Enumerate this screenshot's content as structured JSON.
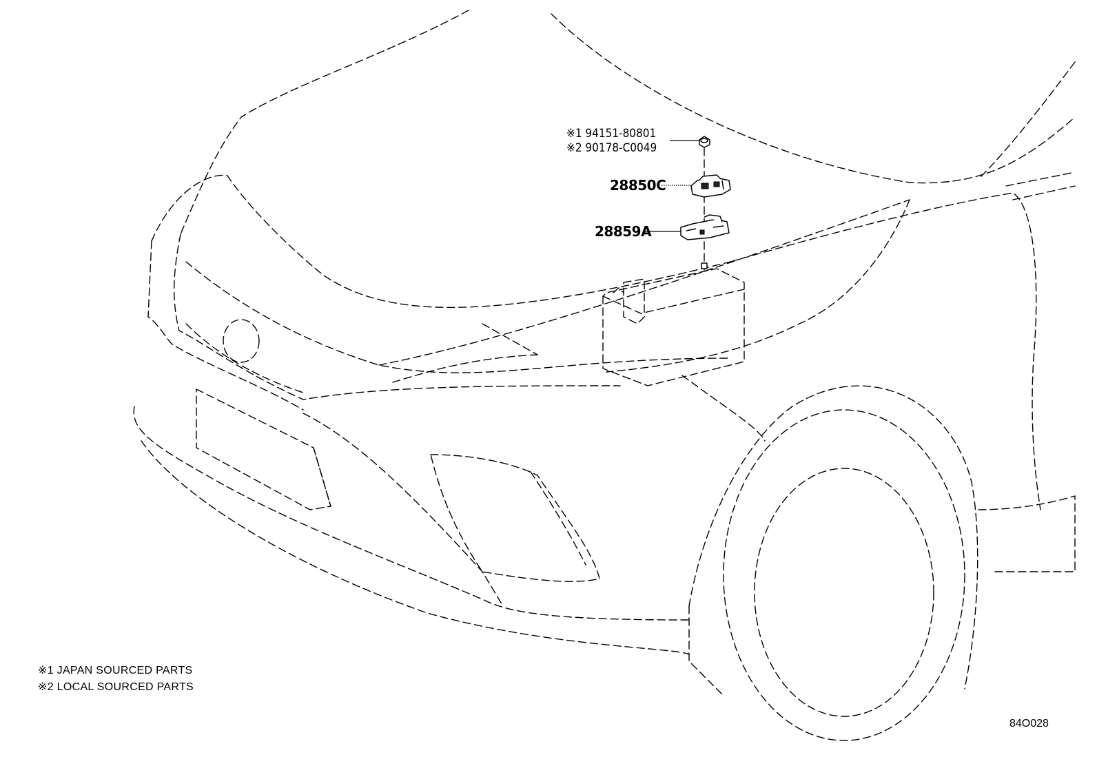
{
  "parts": [
    {
      "mark": "※1",
      "number": "94151-80801"
    },
    {
      "mark": "※2",
      "number": "90178-C0049"
    }
  ],
  "callouts": {
    "upper_bracket": "28850C",
    "lower_bracket": "28859A"
  },
  "notes": [
    "※1 JAPAN SOURCED PARTS",
    "※2 LOCAL SOURCED PARTS"
  ],
  "figure_number": "84O028"
}
